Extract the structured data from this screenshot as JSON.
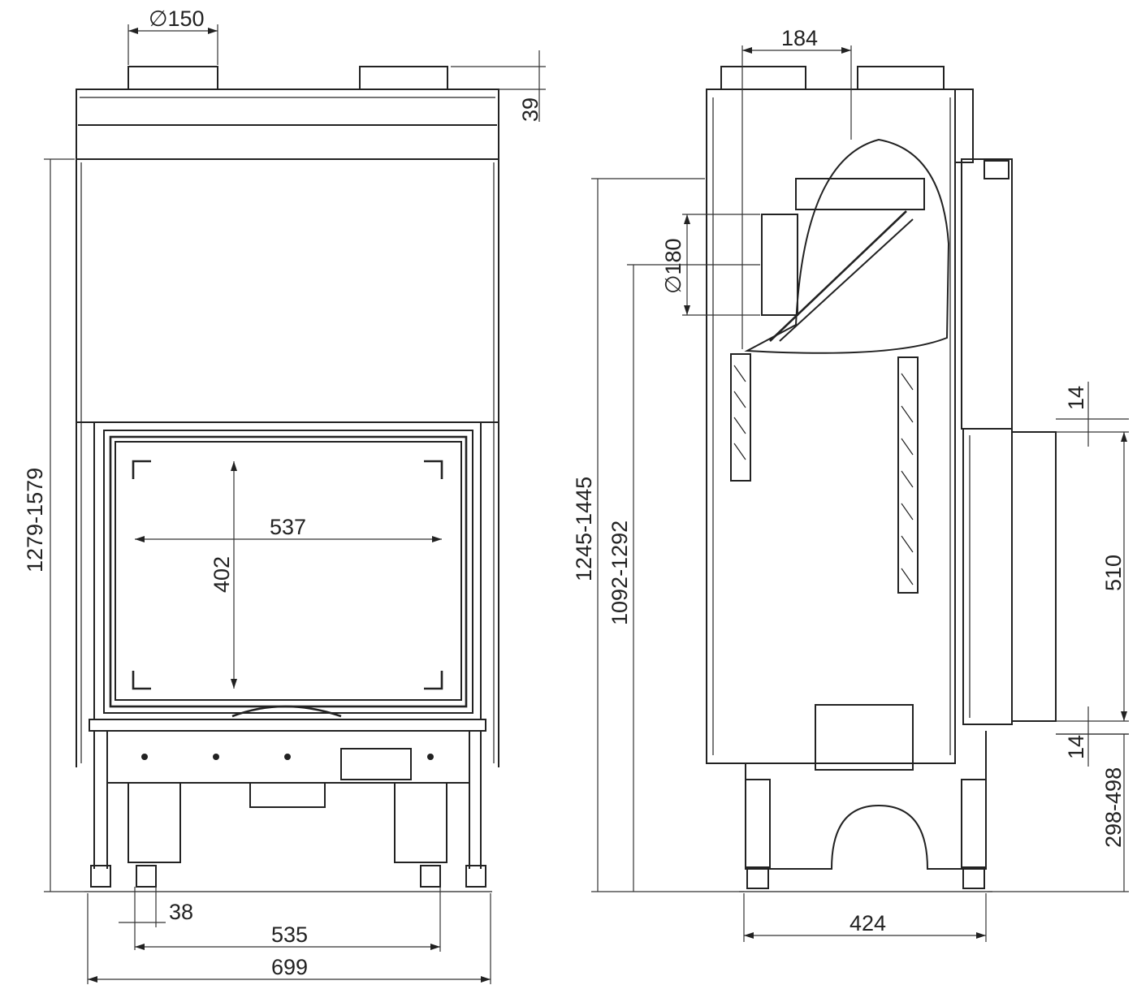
{
  "front_view": {
    "flue_diameter": "∅150",
    "top_offset": "39",
    "height_range": "1279-1579",
    "glass_width": "537",
    "glass_height": "402",
    "leg_offset": "38",
    "leg_spacing": "535",
    "total_width": "699"
  },
  "side_view": {
    "flue_offset": "184",
    "air_inlet_diameter": "∅180",
    "height_range_outer": "1245-1445",
    "height_range_inner": "1092-1292",
    "depth": "424",
    "plate_top": "14",
    "plate_height": "510",
    "plate_bottom": "14",
    "base_height_range": "298-498"
  }
}
